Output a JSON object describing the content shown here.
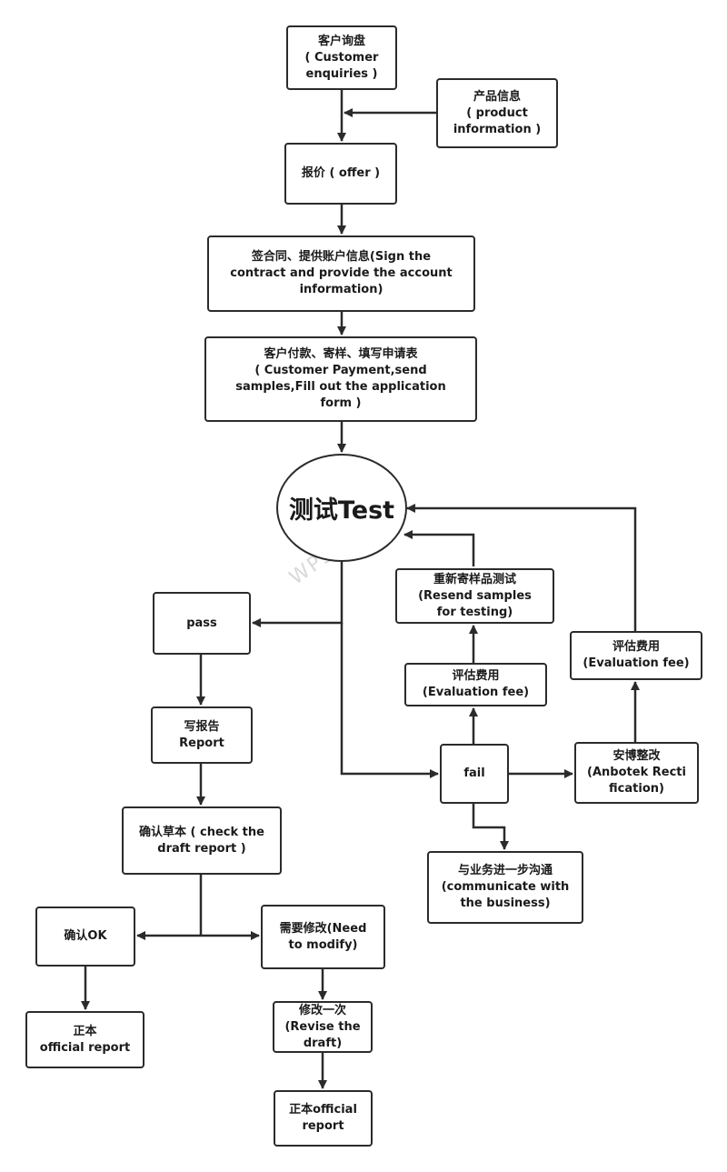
{
  "nodes": {
    "enquiry": "客户询盘\n( Customer\nenquiries )",
    "product_info": "产品信息\n( product\ninformation )",
    "offer": "报价 ( offer )",
    "contract": "签合同、提供账户信息(Sign the\ncontract and provide the account\ninformation)",
    "payment": "客户付款、寄样、填写申请表\n( Customer Payment,send\nsamples,Fill out the application\nform )",
    "test": "测试Test",
    "resend": "重新寄样品测试\n(Resend samples\nfor testing)",
    "eval_fee_1": "评估费用\n(Evaluation fee)",
    "eval_fee_2": "评估费用\n(Evaluation fee)",
    "pass": "pass",
    "report": "写报告\nReport",
    "fail": "fail",
    "rectification": "安博整改\n(Anbotek Recti\nfication)",
    "communicate": "与业务进一步沟通\n(communicate with\nthe business)",
    "check_draft": "确认草本 ( check the\ndraft report )",
    "confirm_ok": "确认OK",
    "need_modify": "需要修改(Need\nto modify)",
    "official_report_1": "正本\nofficial report",
    "revise": "修改一次\n(Revise the\ndraft)",
    "official_report_2": "正本official\nreport"
  },
  "watermark": "WPS Mind",
  "colors": {
    "stroke": "#2b2b2b",
    "text": "#1a1a1a",
    "background": "#ffffff",
    "watermark": "#d9d9d9"
  }
}
